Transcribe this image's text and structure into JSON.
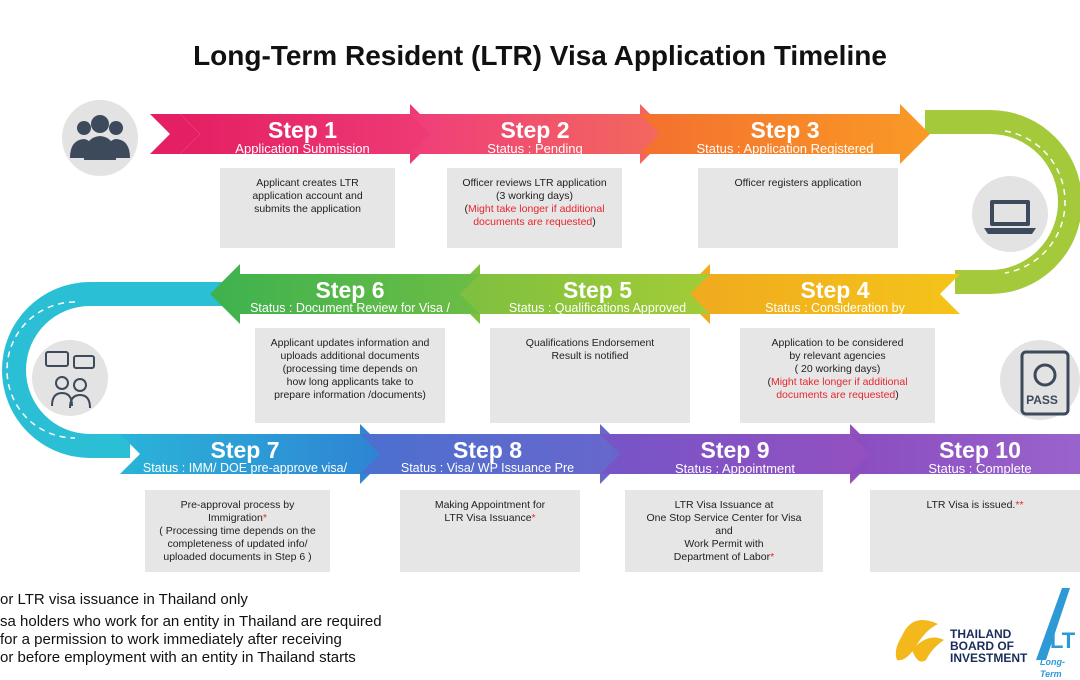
{
  "title": "Long-Term Resident (LTR) Visa Application Timeline",
  "colors": {
    "step1": "#e8246a",
    "step2": "#f0407c",
    "step3": "#f78b24",
    "bend_right_top": "#a4c93a",
    "step4": "#f2b81c",
    "step5": "#8cc63f",
    "step6": "#4bb74d",
    "bend_left": "#2bbfd6",
    "step7": "#2d9ad6",
    "step8": "#5f6fd0",
    "step9": "#8a4fc2",
    "step10": "#8e5bc9",
    "note_red": "#e8262d"
  },
  "steps": [
    {
      "name": "Step 1",
      "status": "Application Submission",
      "lines": [
        "Applicant creates LTR",
        "application account and",
        "submits the application"
      ],
      "red_lines": []
    },
    {
      "name": "Step 2",
      "status": "Status : Pending",
      "lines": [
        "Officer reviews LTR application",
        "(3 working days)"
      ],
      "red_lines": [
        "Might take longer if additional",
        "documents are requested"
      ],
      "red_open": "(",
      "red_close": ")"
    },
    {
      "name": "Step 3",
      "status": "Status : Application Registered",
      "lines": [
        "Officer registers application"
      ],
      "red_lines": []
    },
    {
      "name": "Step 4",
      "status": "Status : Consideration by Government Agencies",
      "lines": [
        "Application to be considered",
        "by relevant agencies",
        "( 20 working days)"
      ],
      "red_lines": [
        "Might take longer if additional",
        "documents are requested"
      ],
      "red_open": "(",
      "red_close": ")"
    },
    {
      "name": "Step 5",
      "status": "Status : Qualifications Approved",
      "lines": [
        "Qualifications Endorsement",
        "Result is notified"
      ],
      "red_lines": []
    },
    {
      "name": "Step 6",
      "status": "Status : Document Review for Visa / WP Issuance",
      "lines": [
        "Applicant updates information and",
        "uploads additional documents",
        "(processing time depends on",
        "how long applicants take to",
        "prepare information /documents)"
      ],
      "red_lines": []
    },
    {
      "name": "Step 7",
      "status": "Status : IMM/ DOE pre-approve visa/ WP issuance",
      "lines": [
        "Pre-approval process by",
        "Immigration",
        "( Processing time depends on the",
        "completeness of updated info/",
        "uploaded documents in Step 6 )"
      ],
      "red_lines": [],
      "mark_line": 1,
      "mark": "*"
    },
    {
      "name": "Step 8",
      "status": "Status : Visa/ WP Issuance Pre approved",
      "lines": [
        "Making Appointment for",
        "LTR Visa Issuance"
      ],
      "red_lines": [],
      "mark_line": 1,
      "mark": "*"
    },
    {
      "name": "Step 9",
      "status": "Status : Appointment",
      "lines": [
        "LTR Visa Issuance at",
        "One Stop Service Center for Visa",
        "and",
        "Work Permit with",
        "Department of Labor"
      ],
      "red_lines": [],
      "mark_line": 4,
      "mark": "*"
    },
    {
      "name": "Step 10",
      "status": "Status : Complete",
      "lines": [
        "LTR Visa is issued."
      ],
      "red_lines": [],
      "mark_line": 0,
      "mark": "**"
    }
  ],
  "footnotes": [
    "or LTR visa issuance in Thailand only",
    "sa holders who work for an entity in Thailand are required",
    "for a permission to work immediately after receiving",
    "or before employment with an entity in Thailand starts"
  ],
  "logo": {
    "boi_lines": [
      "THAILAND",
      "BOARD OF",
      "INVESTMENT"
    ],
    "ltr_mark": "LT",
    "ltr_caption": "Long-Term"
  },
  "icons": {
    "step1": "people-group-icon",
    "step3": "laptop-icon",
    "step4": "passport-icon",
    "step6": "chat-people-icon"
  },
  "pass_label": "PASS"
}
